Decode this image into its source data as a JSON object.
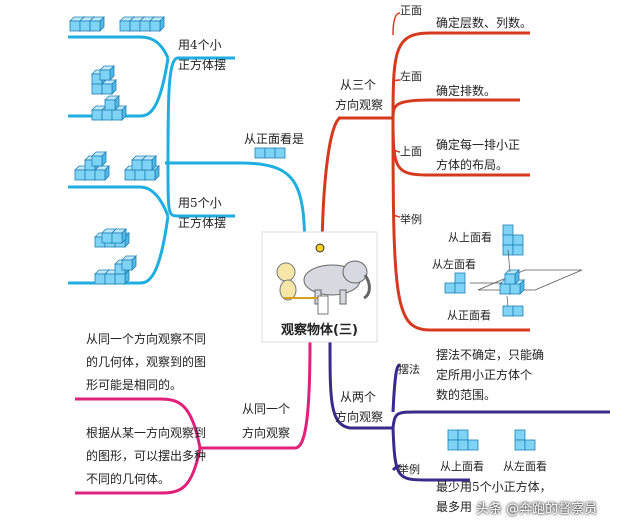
{
  "center": {
    "title": "观察物体(三)"
  },
  "branch_front": {
    "title": "从正面看是",
    "four": [
      "用4个小",
      "正方体摆"
    ],
    "five": [
      "用5个小",
      "正方体摆"
    ]
  },
  "branch_three": {
    "title": [
      "从三个",
      "方向观察"
    ],
    "front": {
      "label": "正面",
      "desc": "确定层数、列数。"
    },
    "left": {
      "label": "左面",
      "desc": "确定排数。"
    },
    "top": {
      "label": "上面",
      "desc": [
        "确定每一排小正",
        "方体的布局。"
      ]
    },
    "example": {
      "label": "举例",
      "view_top": "从上面看",
      "view_left": "从左面看",
      "view_front": "从正面看"
    }
  },
  "branch_two": {
    "title": [
      "从两个",
      "方向观察"
    ],
    "method": {
      "label": "摆法",
      "desc": [
        "摆法不确定，只能确",
        "定所用小正方体个",
        "数的范围。"
      ]
    },
    "example": {
      "label": "举例",
      "view_top": "从上面看",
      "view_left": "从左面看",
      "desc": [
        "最少用5个小正方体，",
        "最多用"
      ]
    }
  },
  "branch_one": {
    "title": [
      "从同一个",
      "方向观察"
    ],
    "note1": [
      "从同一个方向观察不同",
      "的几何体，观察到的图",
      "形可能是相同的。"
    ],
    "note2": [
      "根据从某一方向观察到",
      "的图形，可以摆出多种",
      "不同的几何体。"
    ]
  },
  "watermark": "头条 @奔跑的督察员",
  "colors": {
    "cyan": "#1eaee0",
    "red": "#d63a1e",
    "purple": "#3a2a8a",
    "magenta": "#e0207a",
    "cube_fill": "#7fd3f5",
    "cube_stroke": "#1e80b4"
  }
}
